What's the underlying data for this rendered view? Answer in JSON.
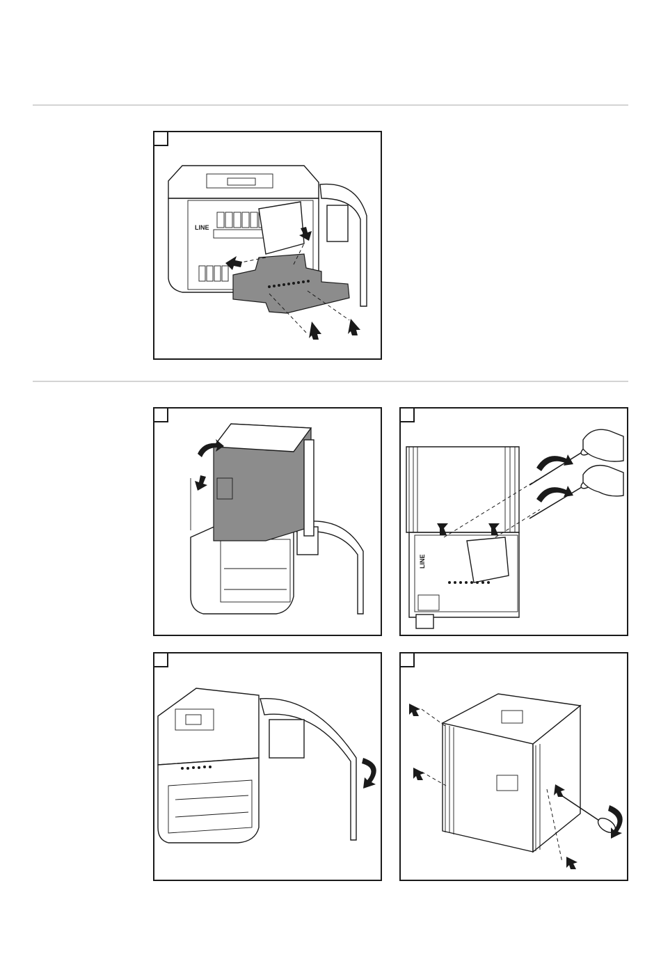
{
  "steps": [
    {
      "id": "step-1",
      "number": ""
    },
    {
      "id": "step-2",
      "number": ""
    },
    {
      "id": "step-3",
      "number": "",
      "label": "LINE"
    },
    {
      "id": "step-4",
      "number": ""
    },
    {
      "id": "step-5",
      "number": ""
    }
  ],
  "figure1": {
    "label": "LINE"
  },
  "colors": {
    "line": "#1a1a1a",
    "rule": "#d4d4d4",
    "fill_gray": "#8c8c8c"
  }
}
